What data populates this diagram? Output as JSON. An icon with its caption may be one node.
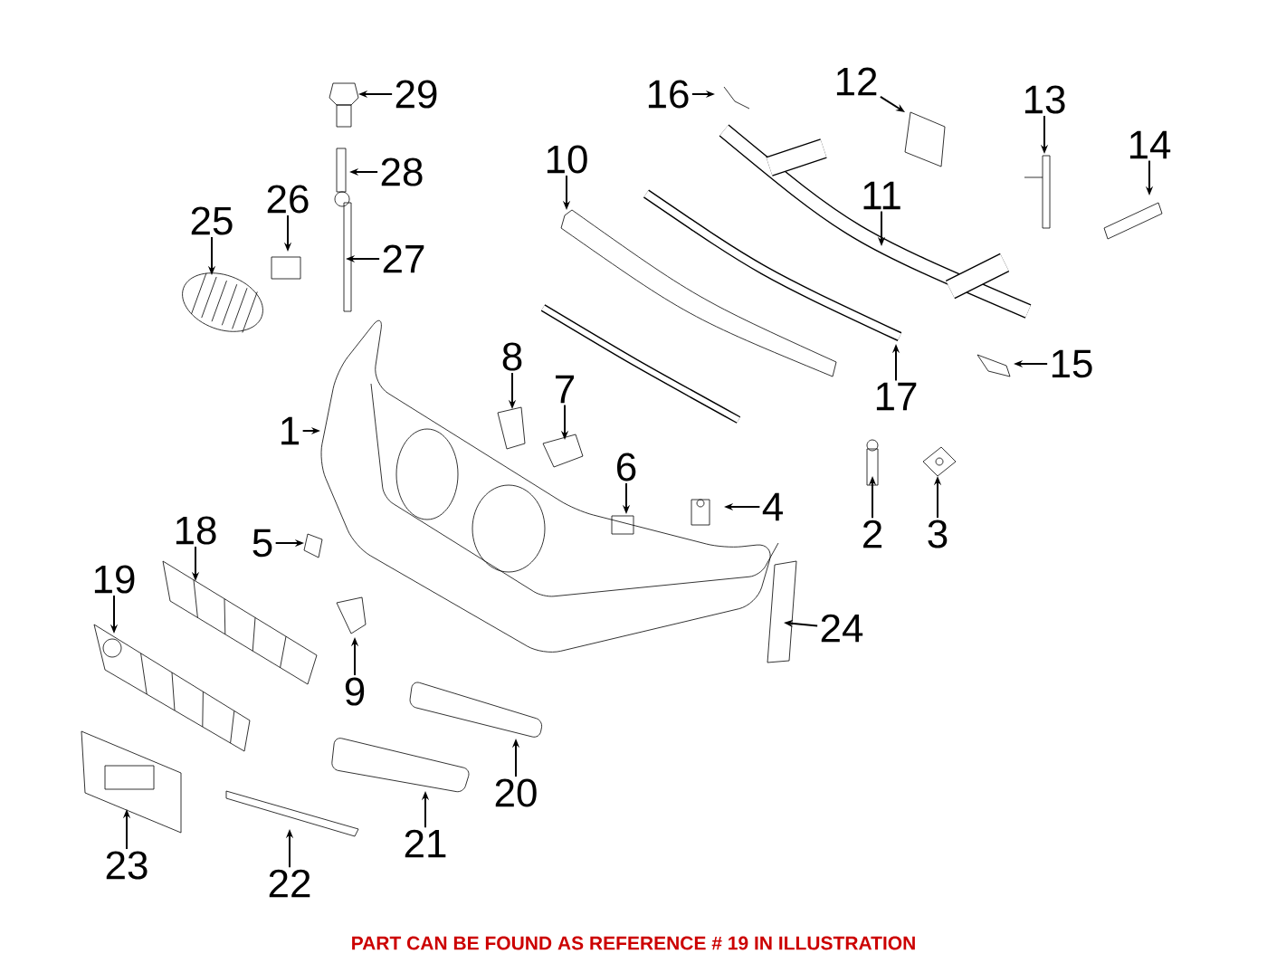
{
  "diagram": {
    "caption": "PART CAN BE FOUND AS REFERENCE # 19 IN ILLUSTRATION",
    "nodes": [
      {
        "text": [
          "1"
        ]
      },
      {
        "text": [
          "2"
        ]
      },
      {
        "text": [
          "3"
        ]
      },
      {
        "text": [
          "4"
        ]
      },
      {
        "text": [
          "5"
        ]
      },
      {
        "text": [
          "6"
        ]
      },
      {
        "text": [
          "7"
        ]
      },
      {
        "text": [
          "8"
        ]
      },
      {
        "text": [
          "9"
        ]
      },
      {
        "text": [
          "10"
        ]
      },
      {
        "text": [
          "11"
        ]
      },
      {
        "text": [
          "12"
        ]
      },
      {
        "text": [
          "13"
        ]
      },
      {
        "text": [
          "14"
        ]
      },
      {
        "text": [
          "15"
        ]
      },
      {
        "text": [
          "16"
        ]
      },
      {
        "text": [
          "17"
        ]
      },
      {
        "text": [
          "18"
        ]
      },
      {
        "text": [
          "19"
        ]
      },
      {
        "text": [
          "20"
        ]
      },
      {
        "text": [
          "21"
        ]
      },
      {
        "text": [
          "22"
        ]
      },
      {
        "text": [
          "23"
        ]
      },
      {
        "text": [
          "24"
        ]
      },
      {
        "text": [
          "25"
        ]
      },
      {
        "text": [
          "26"
        ]
      },
      {
        "text": [
          "27"
        ]
      },
      {
        "text": [
          "28"
        ]
      },
      {
        "text": [
          "29"
        ]
      }
    ],
    "edges": [
      {
        "from": 0,
        "to": null,
        "arrow": "to"
      },
      {
        "from": 1,
        "to": null,
        "arrow": "to"
      },
      {
        "from": 2,
        "to": null,
        "arrow": "to"
      },
      {
        "from": 3,
        "to": null,
        "arrow": "to"
      },
      {
        "from": 4,
        "to": null,
        "arrow": "to"
      },
      {
        "from": 5,
        "to": null,
        "arrow": "to"
      },
      {
        "from": 6,
        "to": null,
        "arrow": "to"
      },
      {
        "from": 7,
        "to": null,
        "arrow": "to"
      },
      {
        "from": 8,
        "to": null,
        "arrow": "to"
      },
      {
        "from": 9,
        "to": null,
        "arrow": "to"
      },
      {
        "from": 10,
        "to": null,
        "arrow": "to"
      },
      {
        "from": 11,
        "to": null,
        "arrow": "to"
      },
      {
        "from": 12,
        "to": null,
        "arrow": "to"
      },
      {
        "from": 13,
        "to": null,
        "arrow": "to"
      },
      {
        "from": 14,
        "to": null,
        "arrow": "to"
      },
      {
        "from": 15,
        "to": null,
        "arrow": "to"
      },
      {
        "from": 16,
        "to": null,
        "arrow": "to"
      },
      {
        "from": 17,
        "to": null,
        "arrow": "to"
      },
      {
        "from": 18,
        "to": null,
        "arrow": "to"
      },
      {
        "from": 19,
        "to": null,
        "arrow": "to"
      },
      {
        "from": 20,
        "to": null,
        "arrow": "to"
      },
      {
        "from": 21,
        "to": null,
        "arrow": "to"
      },
      {
        "from": 22,
        "to": null,
        "arrow": "to"
      },
      {
        "from": 23,
        "to": null,
        "arrow": "to"
      },
      {
        "from": 24,
        "to": null,
        "arrow": "to"
      },
      {
        "from": 25,
        "to": null,
        "arrow": "to"
      },
      {
        "from": 26,
        "to": null,
        "arrow": "to"
      },
      {
        "from": 27,
        "to": null,
        "arrow": "to"
      },
      {
        "from": 28,
        "to": null,
        "arrow": "to"
      }
    ]
  }
}
